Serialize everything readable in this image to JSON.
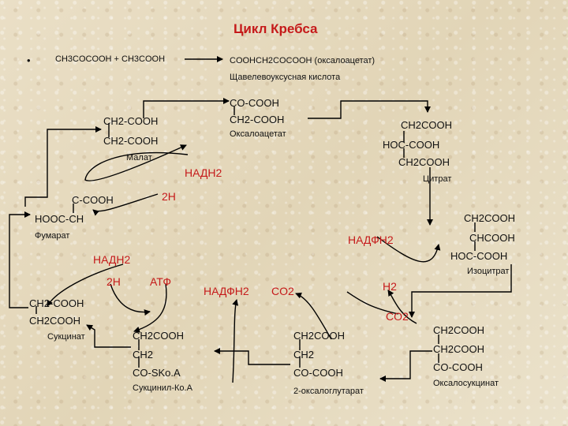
{
  "title": "Цикл Кребса",
  "bullet": "•",
  "reaction": {
    "left": "CH3COCOOH + CH3COOH",
    "right": "COOHCH2COCOOH (оксалоацетат)",
    "note": "Щавелевоуксусная кислота"
  },
  "oxaloacetate": {
    "line1": "CO-COOH",
    "line2": "CH2-COOH",
    "name": "Оксалоацетат"
  },
  "malate": {
    "line1": "CH2-COOH",
    "line2": "CH2-COOH",
    "name": "Малат"
  },
  "citrate": {
    "line1": "CH2COOH",
    "line2": "HOC-COOH",
    "line3": "CH2COOH",
    "name": "Цитрат"
  },
  "fumarate": {
    "line1": "C-COOH",
    "line2": "HOOC-CH",
    "name": "Фумарат"
  },
  "isocitrate": {
    "line1": "CH2COOH",
    "line2": "CHCOOH",
    "line3": "HOC-COOH",
    "name": "Изоцитрат"
  },
  "succinate": {
    "line1": "CH2-COOH",
    "line2": "CH2COOH",
    "name": "Сукцинат"
  },
  "succinyl_coa": {
    "line1": "CH2COOH",
    "line2": "CH2",
    "line3": "CO-SKo.A",
    "name": "Сукцинил-Ко.А"
  },
  "alpha_kg": {
    "line1": "CH2COOH",
    "line2": "CH2",
    "line3": "CO-COOH",
    "name": "2-оксалоглутарат"
  },
  "oxalosuccinate": {
    "line1": "CH2COOH",
    "line2": "CH2COOH",
    "line3": "CO-COOH",
    "name": "Оксалосукцинат"
  },
  "labels": {
    "nadh2_top": "НАДН2",
    "h2_top": "2Н",
    "nadph2_mid": "НАДФН2",
    "nadh2_left": "НАДН2",
    "h2_left": "2Н",
    "atp": "АТФ",
    "nadph2_bottom": "НАДФН2",
    "co2_mid": "CO2",
    "h2_right": "H2",
    "co2_right": "CO2"
  }
}
